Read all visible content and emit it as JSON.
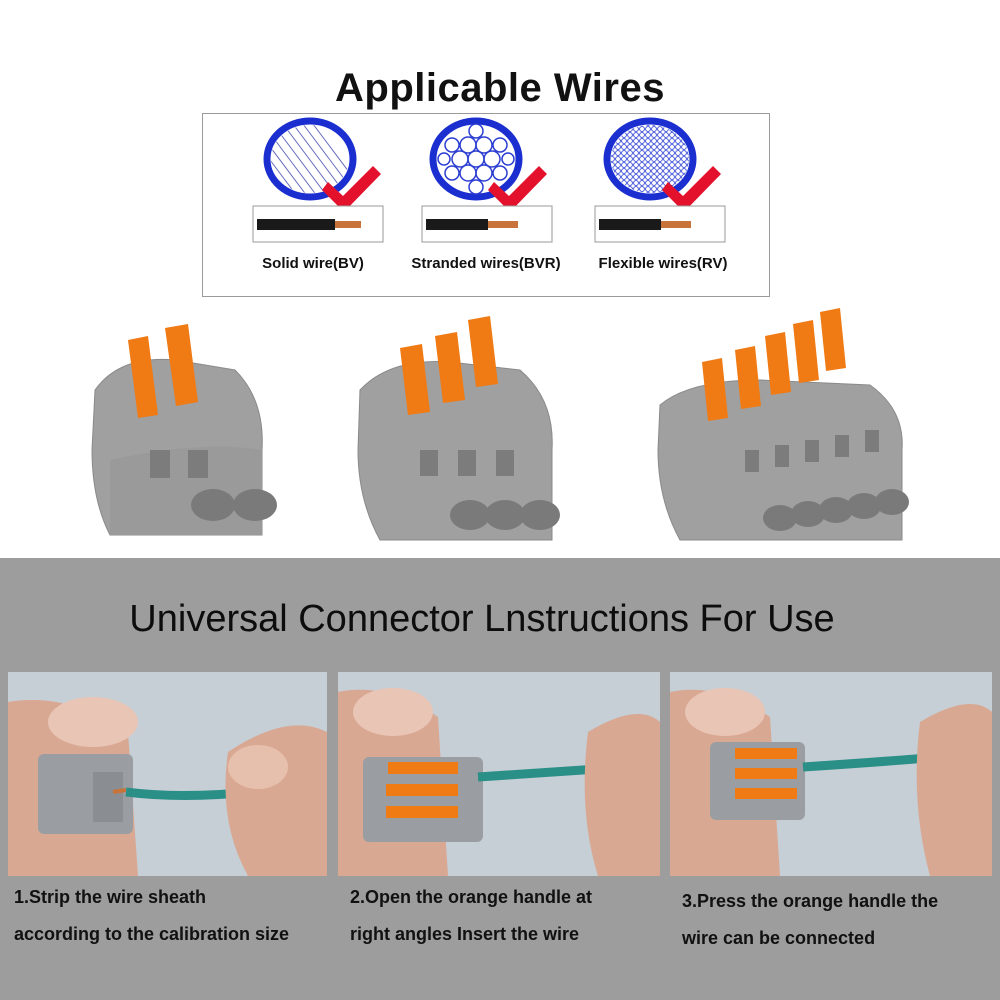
{
  "applicable_title": "Applicable Wires",
  "wires": [
    {
      "label": "Solid wire(BV)",
      "icon": "solid-wire-icon"
    },
    {
      "label": "Stranded wires(BVR)",
      "icon": "stranded-wire-icon"
    },
    {
      "label": "Flexible wires(RV)",
      "icon": "flexible-wire-icon"
    }
  ],
  "instructions_title": "Universal Connector Lnstructions For Use",
  "steps": [
    {
      "line1": "1.Strip the wire sheath",
      "line2": "according to the calibration size"
    },
    {
      "line1": "2.Open the orange handle at",
      "line2": "right angles Insert the wire"
    },
    {
      "line1": "3.Press the orange handle the",
      "line2": "wire can be connected"
    }
  ],
  "colors": {
    "ring_blue": "#1b2fd0",
    "check_red": "#e3112c",
    "connector_grey": "#9c9c9c",
    "lever_orange": "#f07a14",
    "wire_teal": "#2a8f86",
    "panel_grey": "#9d9d9d"
  }
}
